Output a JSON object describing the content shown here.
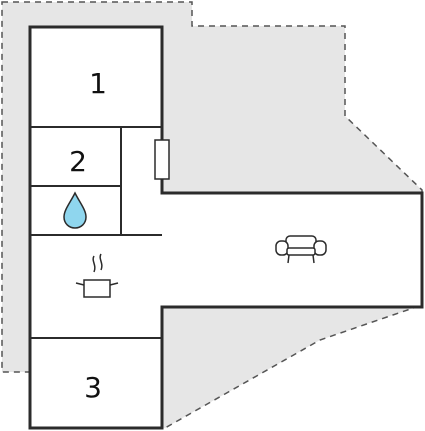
{
  "floorplan": {
    "rooms": [
      {
        "id": "room-1",
        "label": "1"
      },
      {
        "id": "room-2",
        "label": "2"
      },
      {
        "id": "room-3",
        "label": "3"
      }
    ],
    "icons": [
      {
        "id": "water-drop",
        "name": "water-drop-icon"
      },
      {
        "id": "cooking-pot",
        "name": "cooking-pot-icon"
      },
      {
        "id": "sofa",
        "name": "sofa-icon"
      }
    ],
    "colors": {
      "wall": "#2b2b2b",
      "terrace": "#e6e6e6",
      "interior": "#ffffff",
      "water": "#8fd6ee"
    }
  }
}
